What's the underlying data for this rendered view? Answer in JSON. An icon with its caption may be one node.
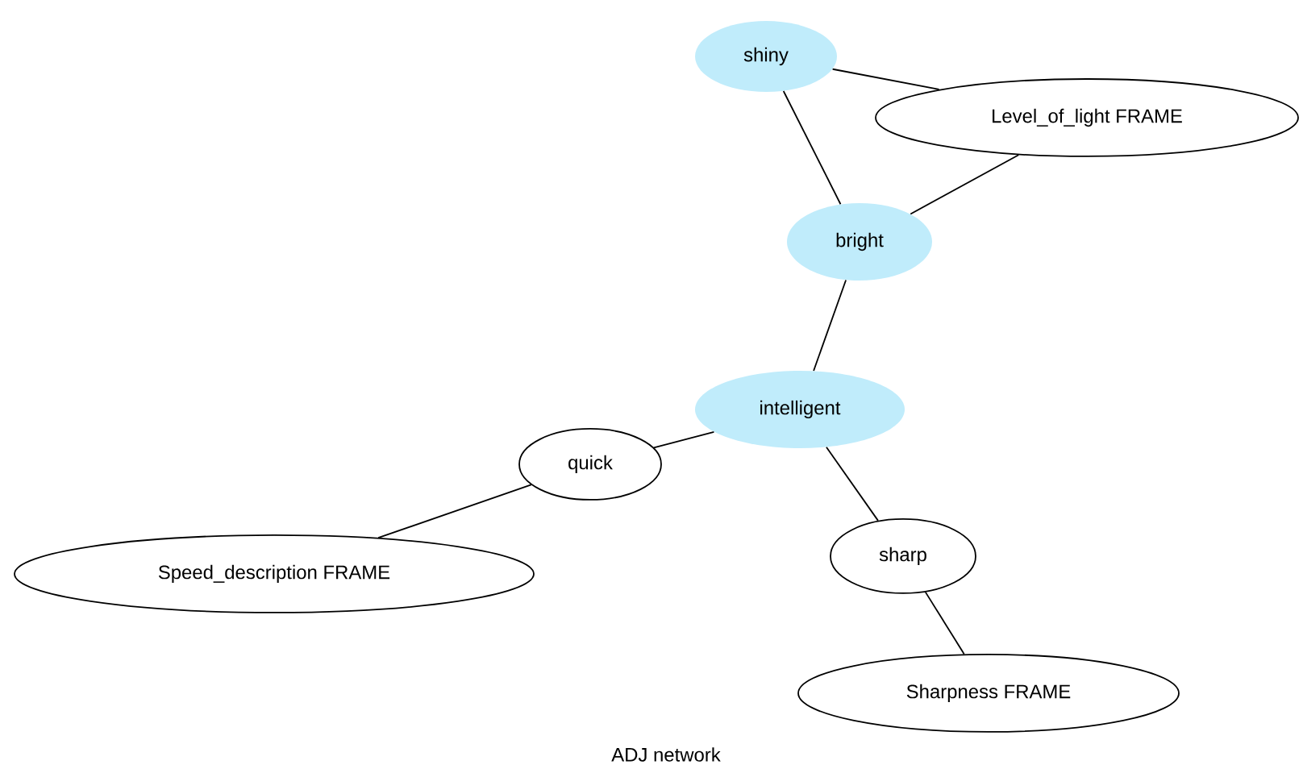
{
  "diagram": {
    "caption": "ADJ network",
    "nodes": [
      {
        "text": [
          "shiny"
        ]
      },
      {
        "text": [
          "Level_of_light FRAME"
        ]
      },
      {
        "text": [
          "bright"
        ]
      },
      {
        "text": [
          "intelligent"
        ]
      },
      {
        "text": [
          "quick"
        ]
      },
      {
        "text": [
          "Speed_description FRAME"
        ]
      },
      {
        "text": [
          "sharp"
        ]
      },
      {
        "text": [
          "Sharpness FRAME"
        ]
      }
    ],
    "edges": [
      {
        "from": 0,
        "to": 1,
        "arrow": "none"
      },
      {
        "from": 0,
        "to": 2,
        "arrow": "none"
      },
      {
        "from": 1,
        "to": 2,
        "arrow": "none"
      },
      {
        "from": 2,
        "to": 3,
        "arrow": "none"
      },
      {
        "from": 3,
        "to": 4,
        "arrow": "none"
      },
      {
        "from": 4,
        "to": 5,
        "arrow": "none"
      },
      {
        "from": 3,
        "to": 6,
        "arrow": "none"
      },
      {
        "from": 6,
        "to": 7,
        "arrow": "none"
      }
    ]
  }
}
